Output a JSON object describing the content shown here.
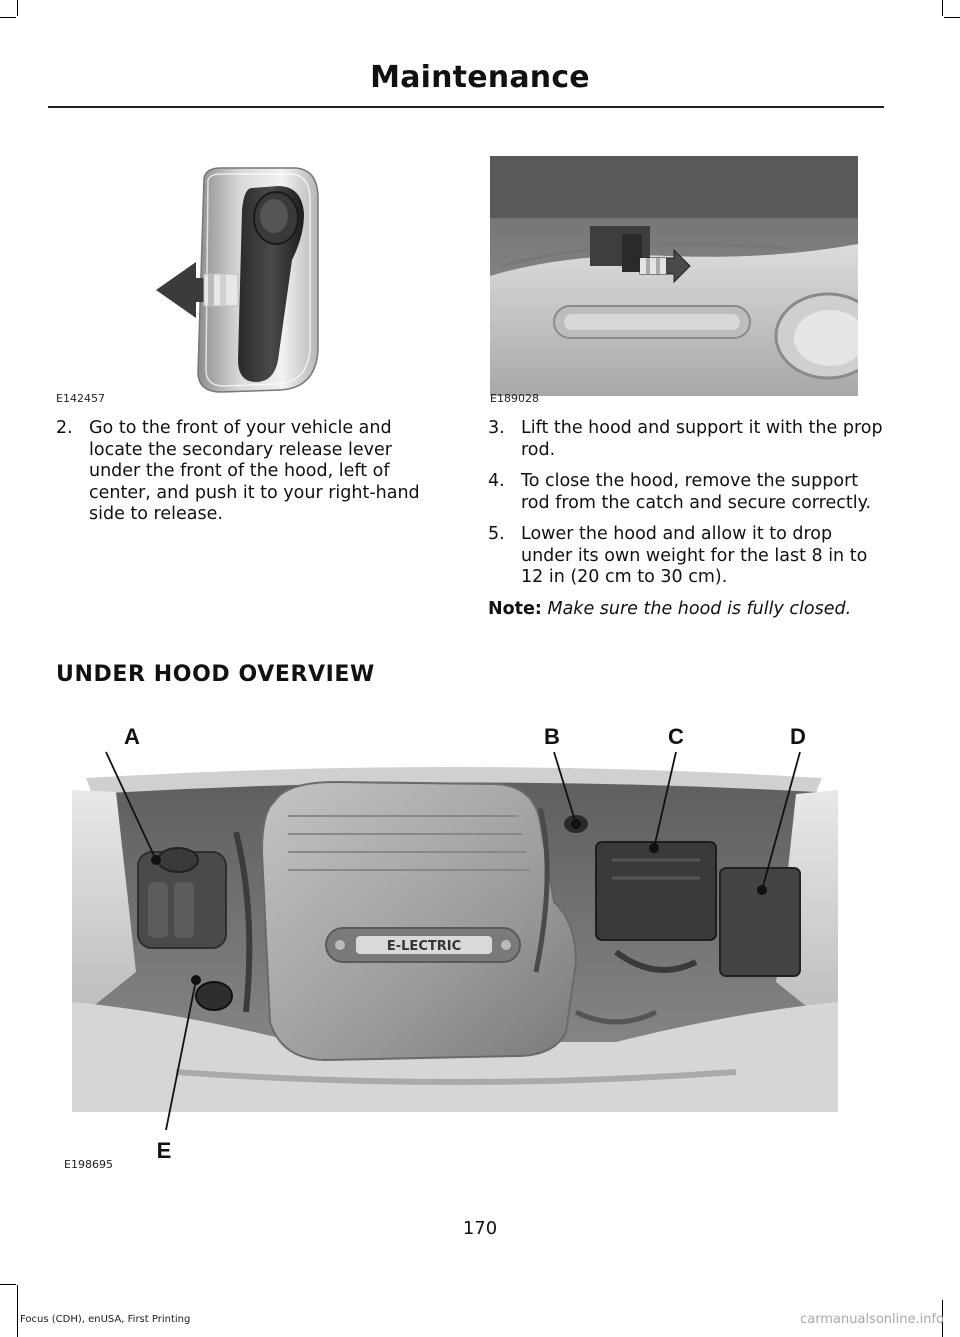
{
  "header": {
    "title": "Maintenance"
  },
  "figures": {
    "left_code": "E142457",
    "right_code": "E189028",
    "bottom_code": "E198695"
  },
  "steps_left": [
    {
      "num": "2.",
      "text": "Go to the front of your vehicle and locate the secondary release lever under the front of the hood, left of center, and push it to your right-hand side to release."
    }
  ],
  "steps_right": [
    {
      "num": "3.",
      "text": "Lift the hood and support it with the prop rod."
    },
    {
      "num": "4.",
      "text": "To close the hood, remove the support rod from the catch and secure correctly."
    },
    {
      "num": "5.",
      "text": "Lower the hood and allow it to drop under its own weight for the last 8 in to 12 in (20 cm to 30 cm)."
    }
  ],
  "note": {
    "label": "Note:",
    "text": "Make sure the hood is fully closed."
  },
  "section": {
    "heading": "UNDER HOOD OVERVIEW"
  },
  "callouts": {
    "a": "A",
    "b": "B",
    "c": "C",
    "d": "D",
    "e": "E",
    "badge": "E-LECTRIC"
  },
  "footer": {
    "page_number": "170",
    "edition": "Focus (CDH), enUSA, First Printing",
    "site": "carmanualsonline.info"
  }
}
